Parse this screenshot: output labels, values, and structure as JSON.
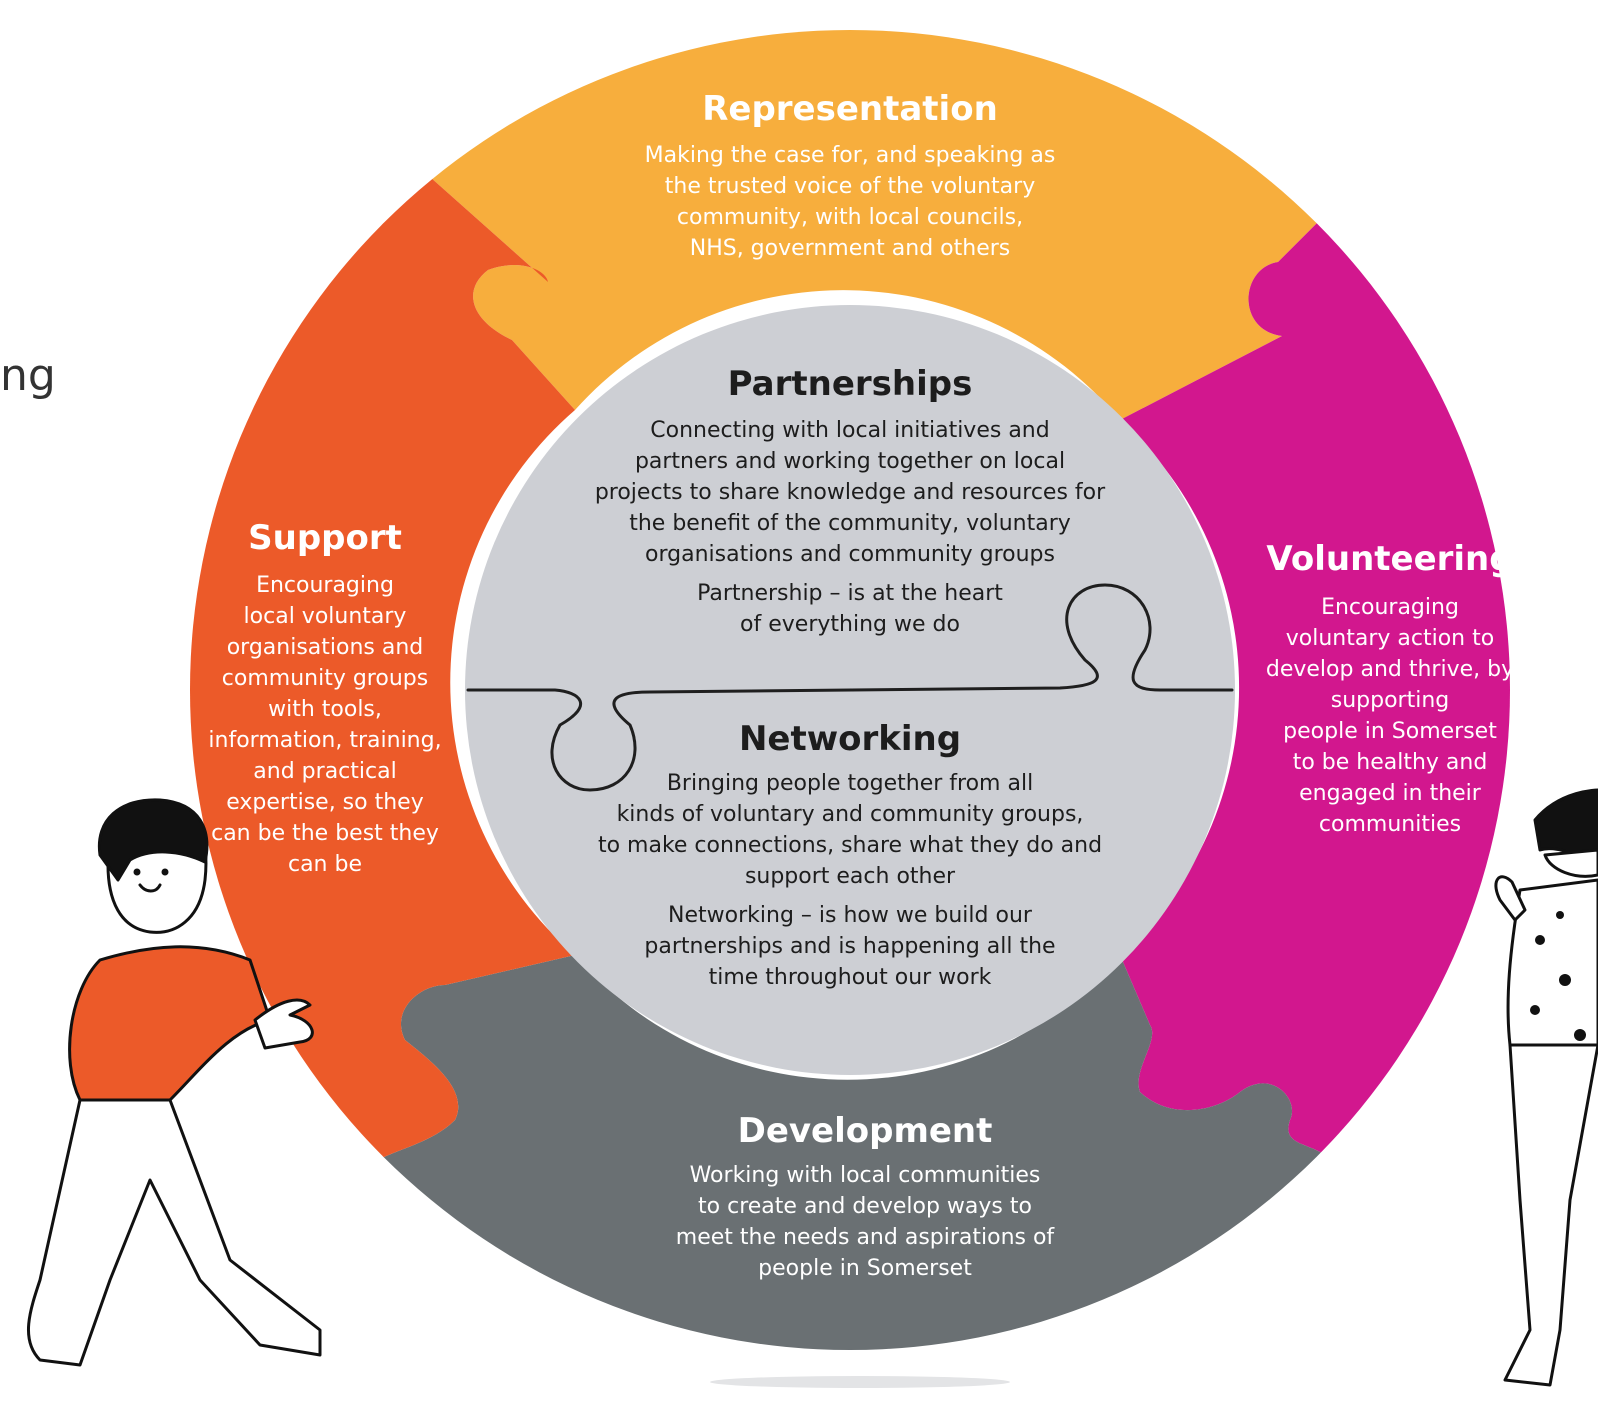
{
  "cropped_fragment": "ng",
  "colors": {
    "representation": "#F7AE3D",
    "volunteering": "#D2178E",
    "development": "#6A7073",
    "support": "#EC5A29",
    "center": "#CDCFD4",
    "outline": "#1F1F1F"
  },
  "representation": {
    "title": "Representation",
    "text": "Making the case for, and speaking as\nthe trusted voice of the voluntary\ncommunity, with local councils,\nNHS, government and others"
  },
  "support": {
    "title": "Support",
    "text": "Encouraging\nlocal voluntary\norganisations and\ncommunity groups\nwith tools,\ninformation, training,\nand practical\nexpertise, so they\ncan be the best they\ncan be"
  },
  "volunteering": {
    "title": "Volunteering",
    "text": "Encouraging\nvoluntary action to\ndevelop and thrive, by\nsupporting\npeople in Somerset\nto be healthy and\nengaged in their\ncommunities"
  },
  "development": {
    "title": "Development",
    "text": "Working with local communities\nto create and develop ways to\nmeet the needs and aspirations of\npeople in Somerset"
  },
  "partnerships": {
    "title": "Partnerships",
    "text": "Connecting with local initiatives and\npartners and working together on local\nprojects to share knowledge and resources for\nthe benefit of the community, voluntary\norganisations and community groups",
    "note": "Partnership – is at the heart\nof everything we do"
  },
  "networking": {
    "title": "Networking",
    "text": "Bringing people together from all\nkinds of voluntary and community groups,\nto make connections, share what they do and\nsupport each other",
    "note": "Networking – is how we build our\npartnerships and is happening all the\ntime throughout our work"
  }
}
